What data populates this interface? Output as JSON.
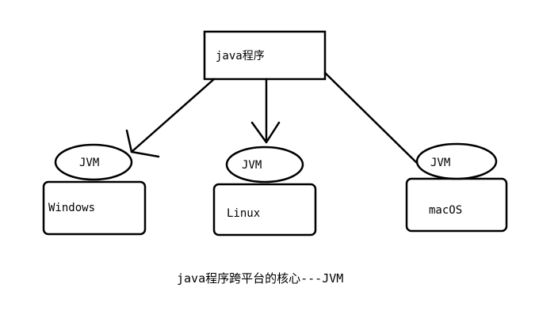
{
  "diagram": {
    "top_box": {
      "label": "java程序"
    },
    "jvm_labels": [
      "JVM",
      "JVM",
      "JVM"
    ],
    "platforms": [
      "Windows",
      "Linux",
      "macOS"
    ],
    "caption": "java程序跨平台的核心---JVM"
  }
}
